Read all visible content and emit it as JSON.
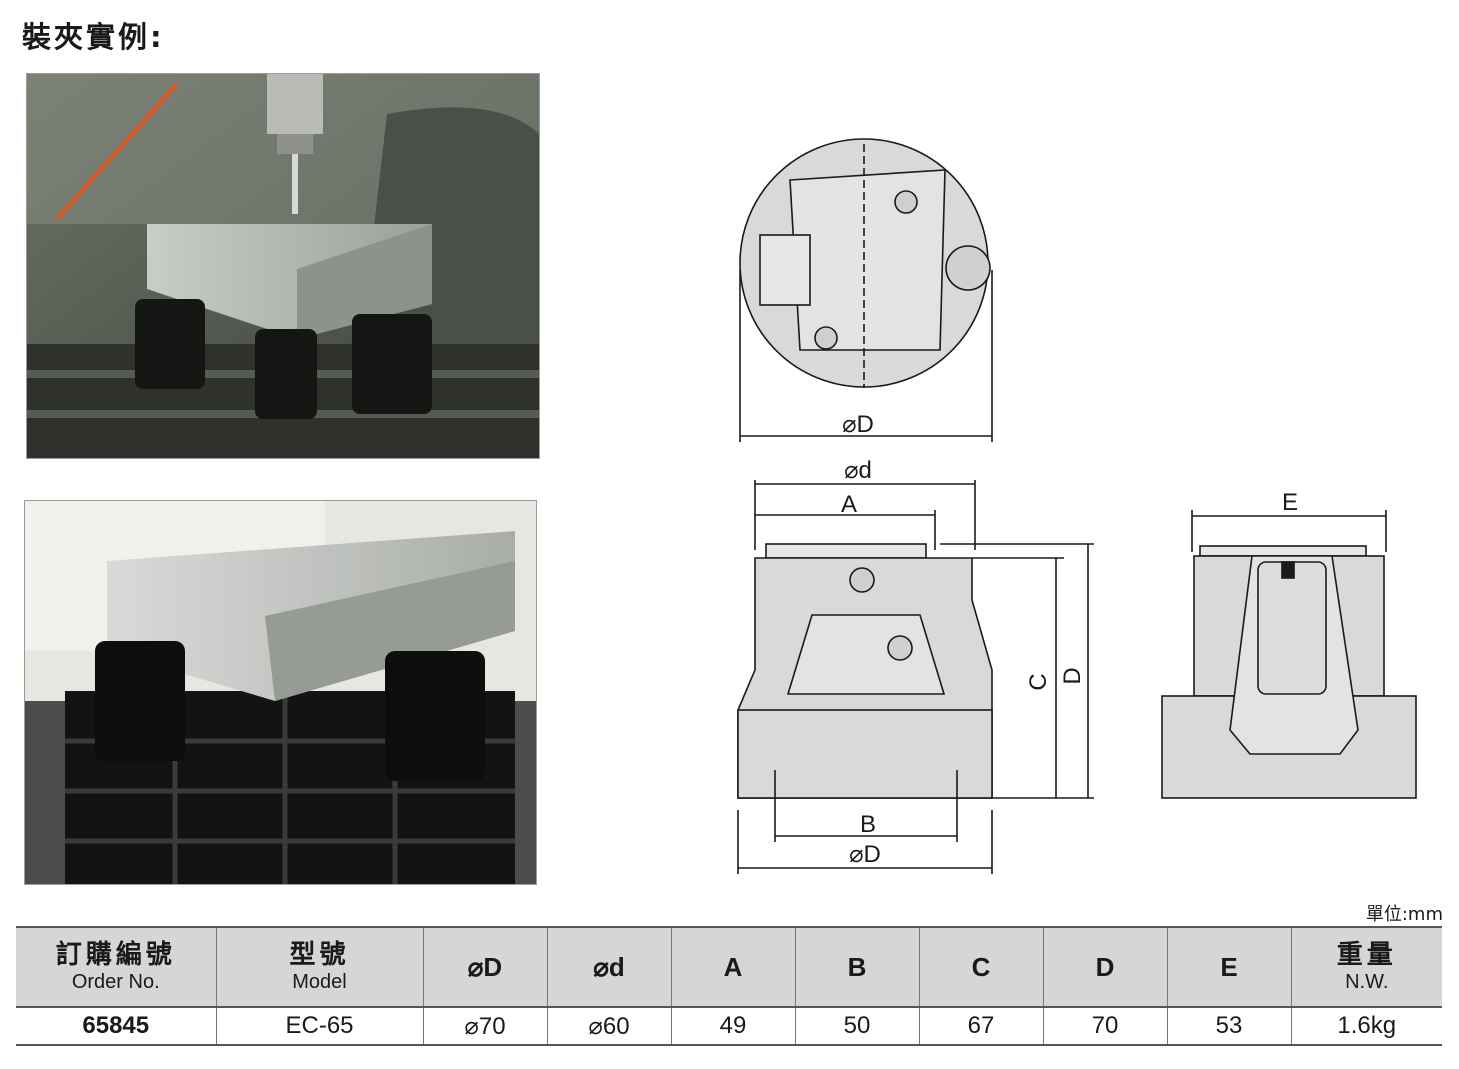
{
  "heading": "裝夾實例:",
  "unit_label": "單位:mm",
  "dimension_labels": {
    "top_view_D": "⌀D",
    "front_d": "⌀d",
    "front_A": "A",
    "front_B": "B",
    "front_C": "C",
    "front_D_side": "D",
    "front_D_bottom": "⌀D",
    "side_E": "E"
  },
  "table": {
    "headers": [
      {
        "zh": "訂購編號",
        "en": "Order No."
      },
      {
        "zh": "型號",
        "en": "Model"
      },
      {
        "zh": "",
        "en": "⌀D"
      },
      {
        "zh": "",
        "en": "⌀d"
      },
      {
        "zh": "",
        "en": "A"
      },
      {
        "zh": "",
        "en": "B"
      },
      {
        "zh": "",
        "en": "C"
      },
      {
        "zh": "",
        "en": "D"
      },
      {
        "zh": "",
        "en": "E"
      },
      {
        "zh": "重量",
        "en": "N.W."
      }
    ],
    "rows": [
      [
        "65845",
        "EC-65",
        "⌀70",
        "⌀60",
        "49",
        "50",
        "67",
        "70",
        "53",
        "1.6kg"
      ]
    ]
  }
}
